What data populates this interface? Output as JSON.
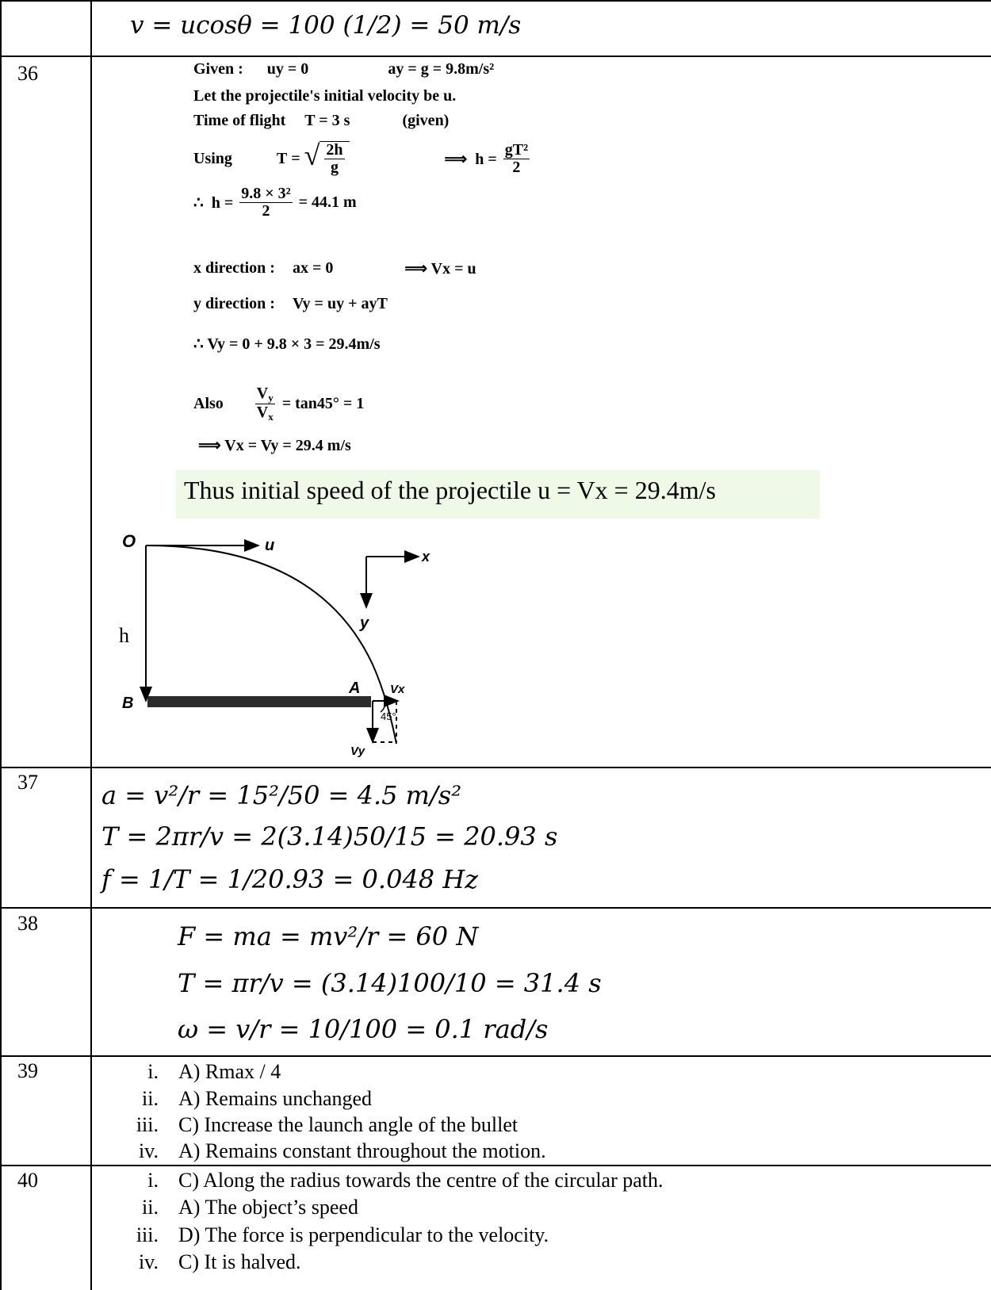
{
  "top_equation": "v = ucosθ = 100 (1/2) = 50 m/s",
  "rows": [
    {
      "number": "36"
    },
    {
      "number": "37"
    },
    {
      "number": "38"
    },
    {
      "number": "39"
    },
    {
      "number": "40"
    }
  ],
  "q36": {
    "given_label": "Given :",
    "uy": "uy = 0",
    "ay": "ay = g = 9.8m/s²",
    "let_text": "Let the projectile's initial velocity be  u.",
    "time_label": "Time of flight",
    "time_value": "T = 3  s",
    "given_paren": "(given)",
    "using_label": "Using",
    "h_result": "∴  h = (9.8 × 3²)/2 = 44.1 m",
    "x_direction_label": "x direction :",
    "ax_eq": "ax = 0",
    "vx_eq": "⟹  Vx = u",
    "y_direction_label": "y direction :",
    "vy_eq": "Vy = uy + ayT",
    "vy_value": "∴  Vy = 0 + 9.8 × 3 = 29.4m/s",
    "also_label": "Also",
    "tan_eq": "= tan45° = 1",
    "vx_vy_eq": "⟹     Vx = Vy = 29.4  m/s",
    "conclusion": "Thus initial speed of the projectile    u = Vx = 29.4m/s",
    "diagram": {
      "origin_label": "O",
      "u_label": "u",
      "x_label": "x",
      "y_label": "y",
      "h_label": "h",
      "b_label": "B",
      "a_label": "A",
      "vx_label": "Vx",
      "vy_label": "Vy",
      "angle_label": "45°"
    }
  },
  "q37": {
    "line1": "a = v²/r = 15²/50 = 4.5 m/s²",
    "line2": "T = 2πr/v = 2(3.14)50/15 = 20.93 s",
    "line3": "f = 1/T = 1/20.93 = 0.048 Hz"
  },
  "q38": {
    "line1": "F = ma = mv²/r = 60 N",
    "line2": "T = πr/v = (3.14)100/10 = 31.4 s",
    "line3": "ω = v/r = 10/100 = 0.1 rad/s"
  },
  "q39": {
    "items": [
      {
        "roman": "i.",
        "answer": "A) Rmax / 4"
      },
      {
        "roman": "ii.",
        "answer": "A) Remains unchanged"
      },
      {
        "roman": "iii.",
        "answer": "C) Increase the launch angle of the bullet"
      },
      {
        "roman": "iv.",
        "answer": "A) Remains constant throughout the motion."
      }
    ]
  },
  "q40": {
    "items": [
      {
        "roman": "i.",
        "answer": "C) Along the radius towards the centre of the circular path."
      },
      {
        "roman": "ii.",
        "answer": "A) The object’s speed"
      },
      {
        "roman": "iii.",
        "answer": "D) The force is perpendicular to the velocity."
      },
      {
        "roman": "iv.",
        "answer": "C) It is halved."
      }
    ]
  },
  "colors": {
    "highlight": "#eefae7",
    "text": "#000000",
    "grid": "#000000"
  }
}
